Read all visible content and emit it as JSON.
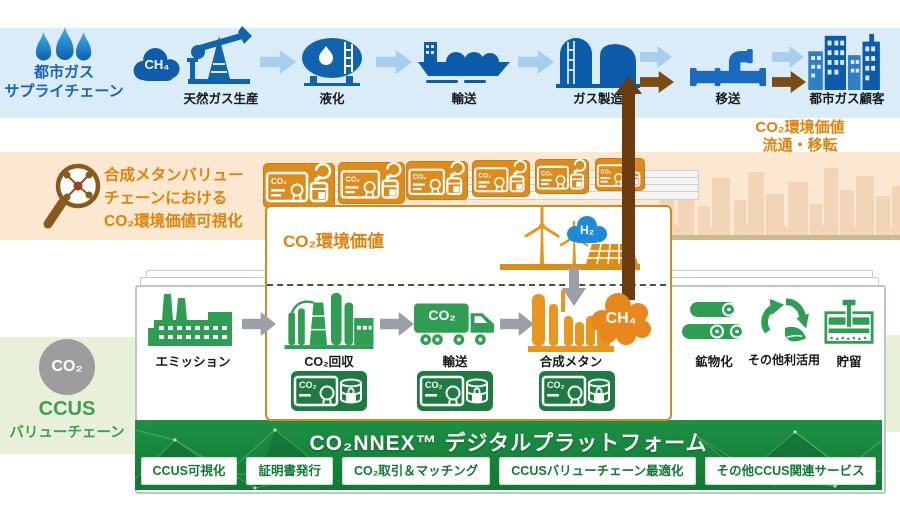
{
  "colors": {
    "top_band": "#d9ecf8",
    "blue": "#0d5cab",
    "blue_arrow": "#a9cdec",
    "brown_arrow": "#7a4c12",
    "orange": "#e0820a",
    "peach_band": "#fce7d0",
    "green": "#2f9e54",
    "green_card": "#1e7c42",
    "banner_green": "#0f7a33",
    "light_green_band": "#e9f0da",
    "gray": "#9aa0a6"
  },
  "top_chain": {
    "title_line1": "都市ガス",
    "title_line2": "サプライチェーン",
    "ch4": "CH₄",
    "steps": [
      "天然ガス生産",
      "液化",
      "輸送",
      "ガス製造",
      "移送",
      "都市ガス顧客"
    ]
  },
  "value_transfer": {
    "line1": "CO₂環境価値",
    "line2": "流通・移転"
  },
  "visualization_note": {
    "line1": "合成メタンバリュー",
    "line2": "チェーンにおける",
    "line3": "CO₂環境価値可視化"
  },
  "env_value_box": {
    "label": "CO₂環境価値",
    "h2": "H₂",
    "ch4": "CH₄"
  },
  "cert": {
    "co2": "CO₂"
  },
  "ccus_chain": {
    "co2_circle": "CO₂",
    "title_line1": "CCUS",
    "title_line2": "バリューチェーン",
    "steps": [
      "エミッション",
      "CO₂回収",
      "輸送",
      "合成メタン"
    ],
    "truck_label": "CO₂",
    "right_steps": [
      "鉱物化",
      "その他利活用",
      "貯留"
    ]
  },
  "platform": {
    "title": "CO₂NNEX™ デジタルプラットフォーム",
    "buttons": [
      "CCUS可視化",
      "証明書発行",
      "CO₂取引＆マッチング",
      "CCUSバリューチェーン最適化",
      "その他CCUS関連サービス"
    ]
  }
}
